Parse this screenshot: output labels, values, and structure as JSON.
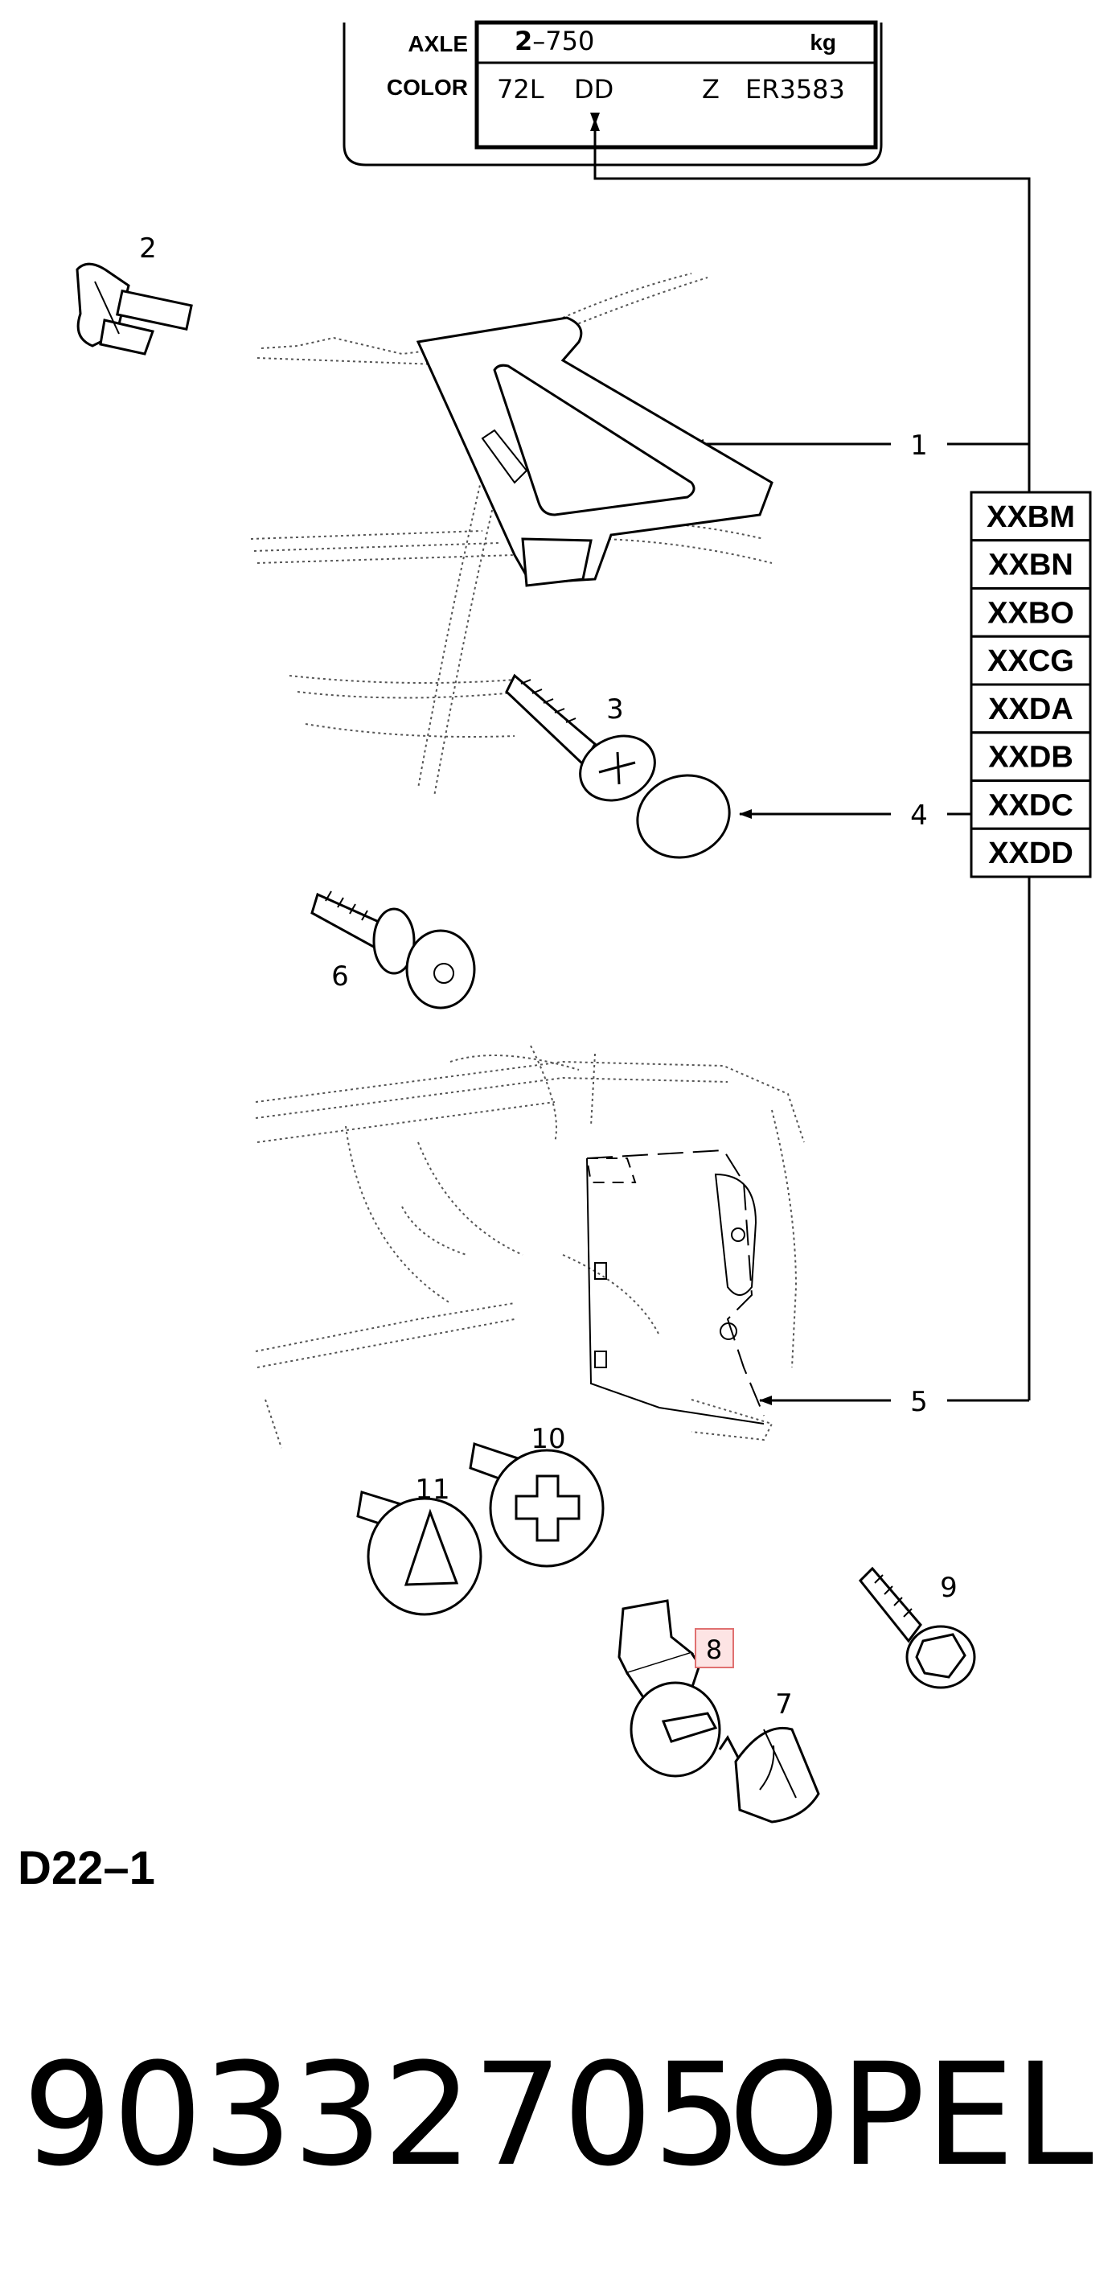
{
  "plate": {
    "axle_label": "AXLE",
    "axle_prefix": "2",
    "axle_value": "–750",
    "axle_unit": "kg",
    "color_label": "COLOR",
    "color_1": "72L",
    "color_2": "DD",
    "color_3": "Z",
    "color_4": "ER3583"
  },
  "codes": [
    "XXBM",
    "XXBN",
    "XXBO",
    "XXCG",
    "XXDA",
    "XXDB",
    "XXDC",
    "XXDD"
  ],
  "callouts": {
    "c1": "1",
    "c2": "2",
    "c3": "3",
    "c4": "4",
    "c5": "5",
    "c6": "6",
    "c7": "7",
    "c8": "8",
    "c9": "9",
    "c10": "10",
    "c11": "11"
  },
  "diagram_ref": "D22–1",
  "part_number": "90332705",
  "brand": "OPEL",
  "colors": {
    "highlight_fill": "#fde4e4",
    "highlight_stroke": "#e07070"
  }
}
